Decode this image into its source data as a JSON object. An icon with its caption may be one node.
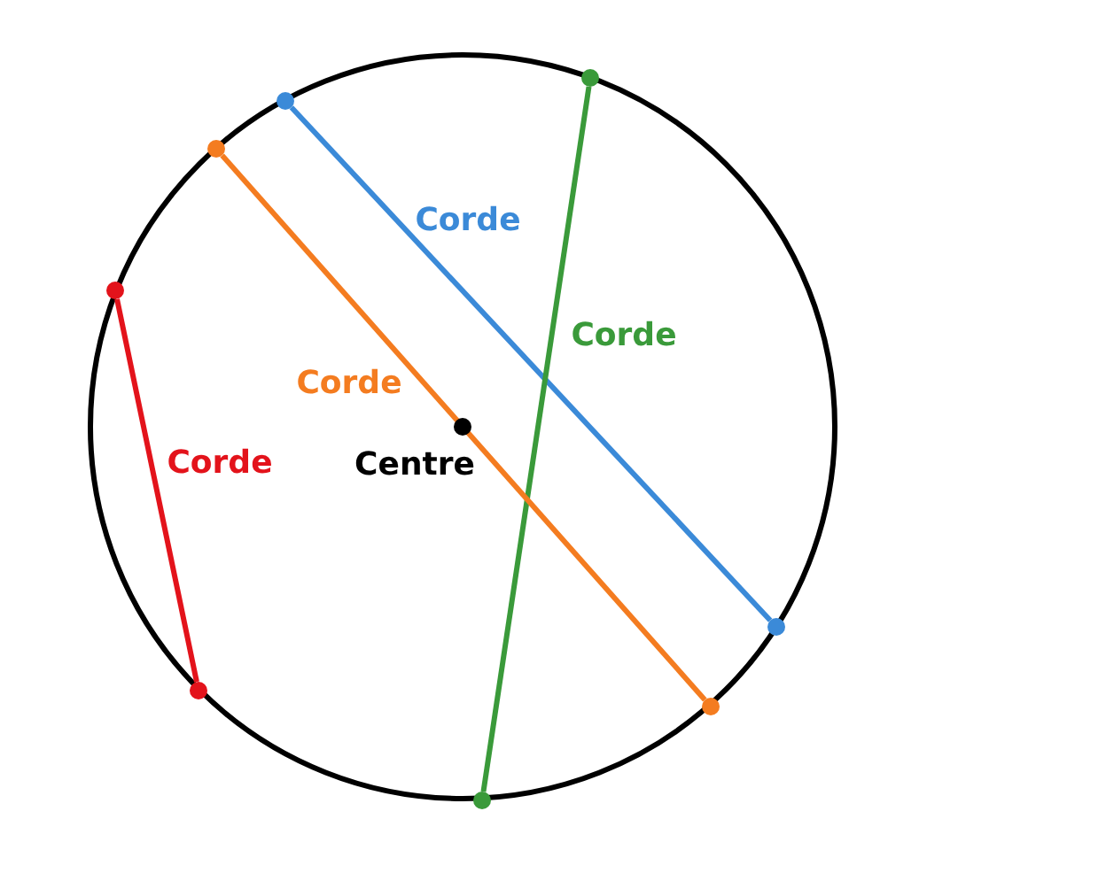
{
  "diagram": {
    "nodes": [
      {
        "text": [],
        "shape": "circle"
      },
      {
        "text": [],
        "shape": "circle"
      },
      {
        "text": [],
        "shape": "circle"
      },
      {
        "text": [],
        "shape": "circle"
      },
      {
        "text": [],
        "shape": "circle",
        "beside": [
          "Centre"
        ]
      },
      {
        "text": [],
        "shape": "circle"
      },
      {
        "text": [],
        "shape": "circle"
      },
      {
        "text": [],
        "shape": "circle"
      },
      {
        "text": [],
        "shape": "circle"
      }
    ],
    "edges": [
      {
        "from": 1,
        "to": 5,
        "arrow": "none",
        "label": "Corde",
        "color": "#3b8ad8"
      },
      {
        "from": 0,
        "to": 8,
        "arrow": "none",
        "label": "Corde",
        "color": "#3a9a3a"
      },
      {
        "from": 2,
        "to": 7,
        "arrow": "none",
        "label": "Corde",
        "color": "#f47c20"
      },
      {
        "from": 3,
        "to": 6,
        "arrow": "none",
        "label": "Corde",
        "color": "#e3131b"
      }
    ]
  }
}
